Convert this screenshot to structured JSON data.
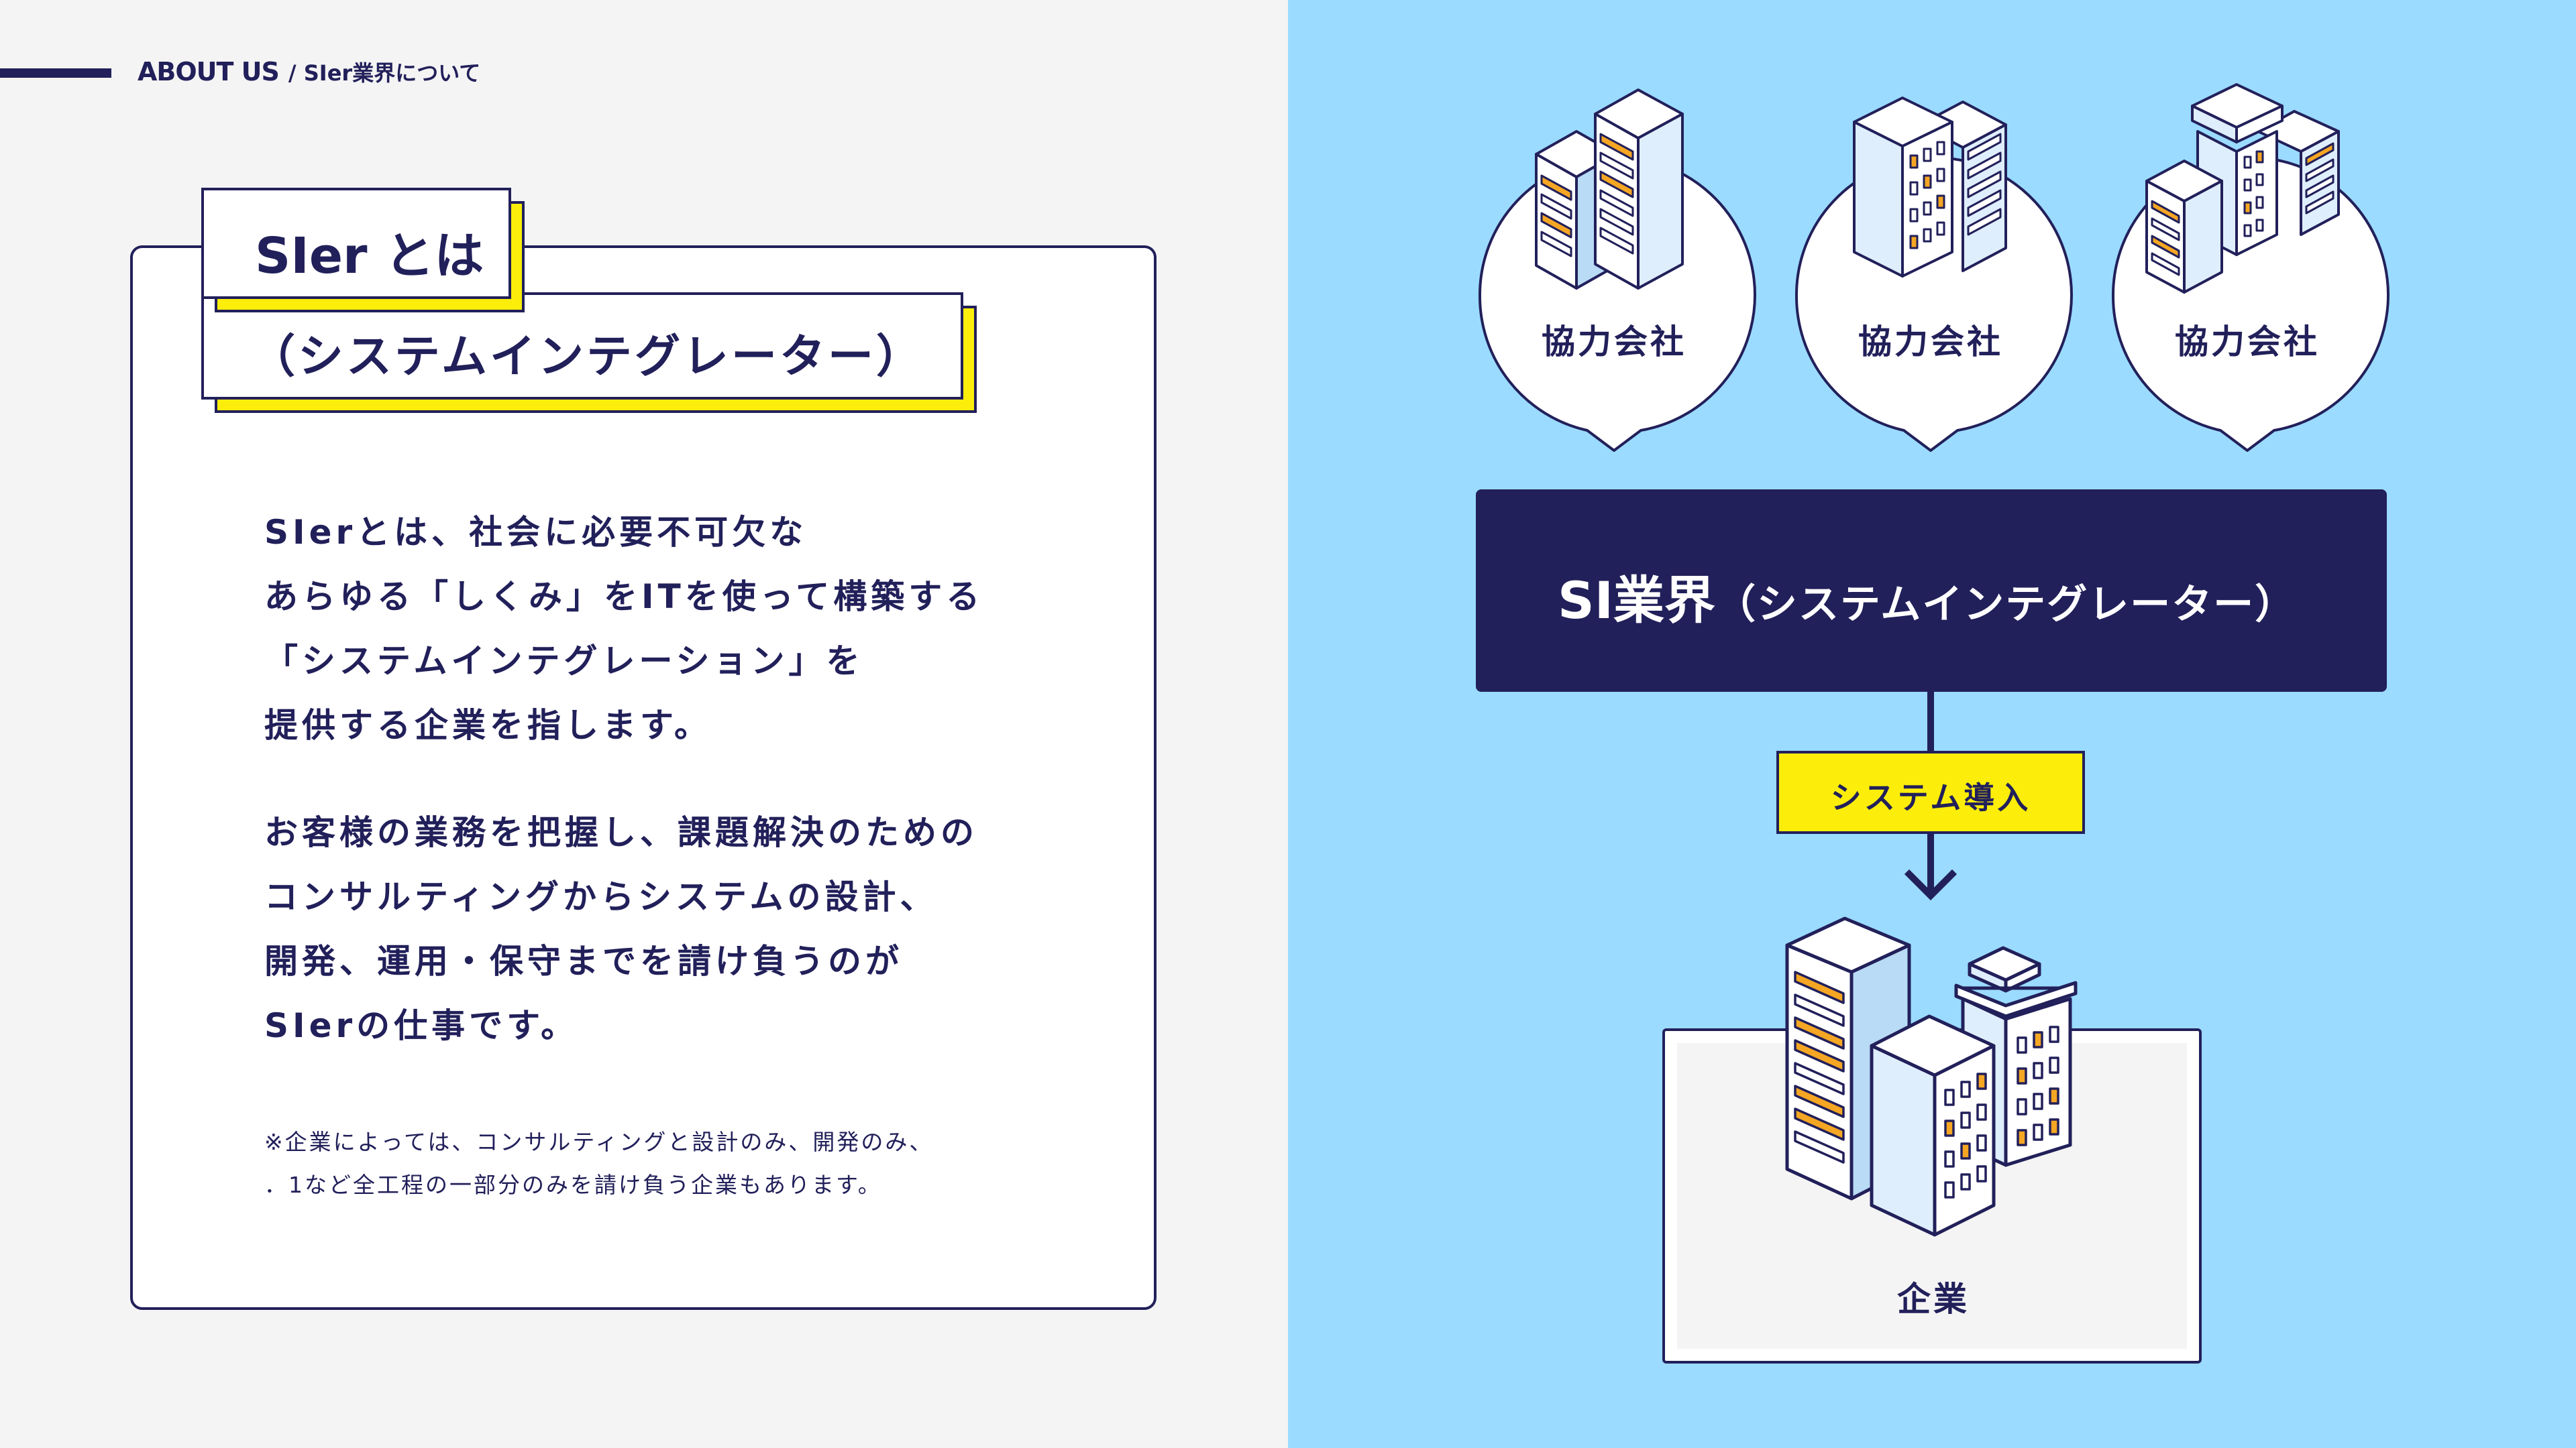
{
  "header": {
    "brand": "ABOUT US",
    "subtitle": "/ SIer業界について"
  },
  "card": {
    "tag_title": "SIer とは",
    "tag_subtitle": "（システムインテグレーター）",
    "paragraph1": [
      "SIerとは、社会に必要不可欠な",
      "あらゆる「しくみ」をITを使って構築する",
      "「システムインテグレーション」を",
      "提供する企業を指します。"
    ],
    "paragraph2": [
      "お客様の業務を把握し、課題解決のための",
      "コンサルティングからシステムの設計、",
      "開発、運用・保守までを請け負うのが",
      "SIerの仕事です。"
    ],
    "note": [
      "※企業によっては、コンサルティングと設計のみ、開発のみ、",
      "．1など全工程の一部分のみを請け負う企業もあります。"
    ]
  },
  "diagram": {
    "partners": [
      "協力会社",
      "協力会社",
      "協力会社"
    ],
    "si_title_main": "SI業界",
    "si_title_sub": "（システムインテグレーター）",
    "flow_label": "システム導入",
    "client_label": "企業",
    "colors": {
      "navy": "#22205a",
      "yellow": "#fcee0a",
      "sky": "#9bdbff",
      "building_light": "#dfeefc",
      "building_side": "#b9dbf5",
      "window_orange": "#f5a623"
    }
  }
}
